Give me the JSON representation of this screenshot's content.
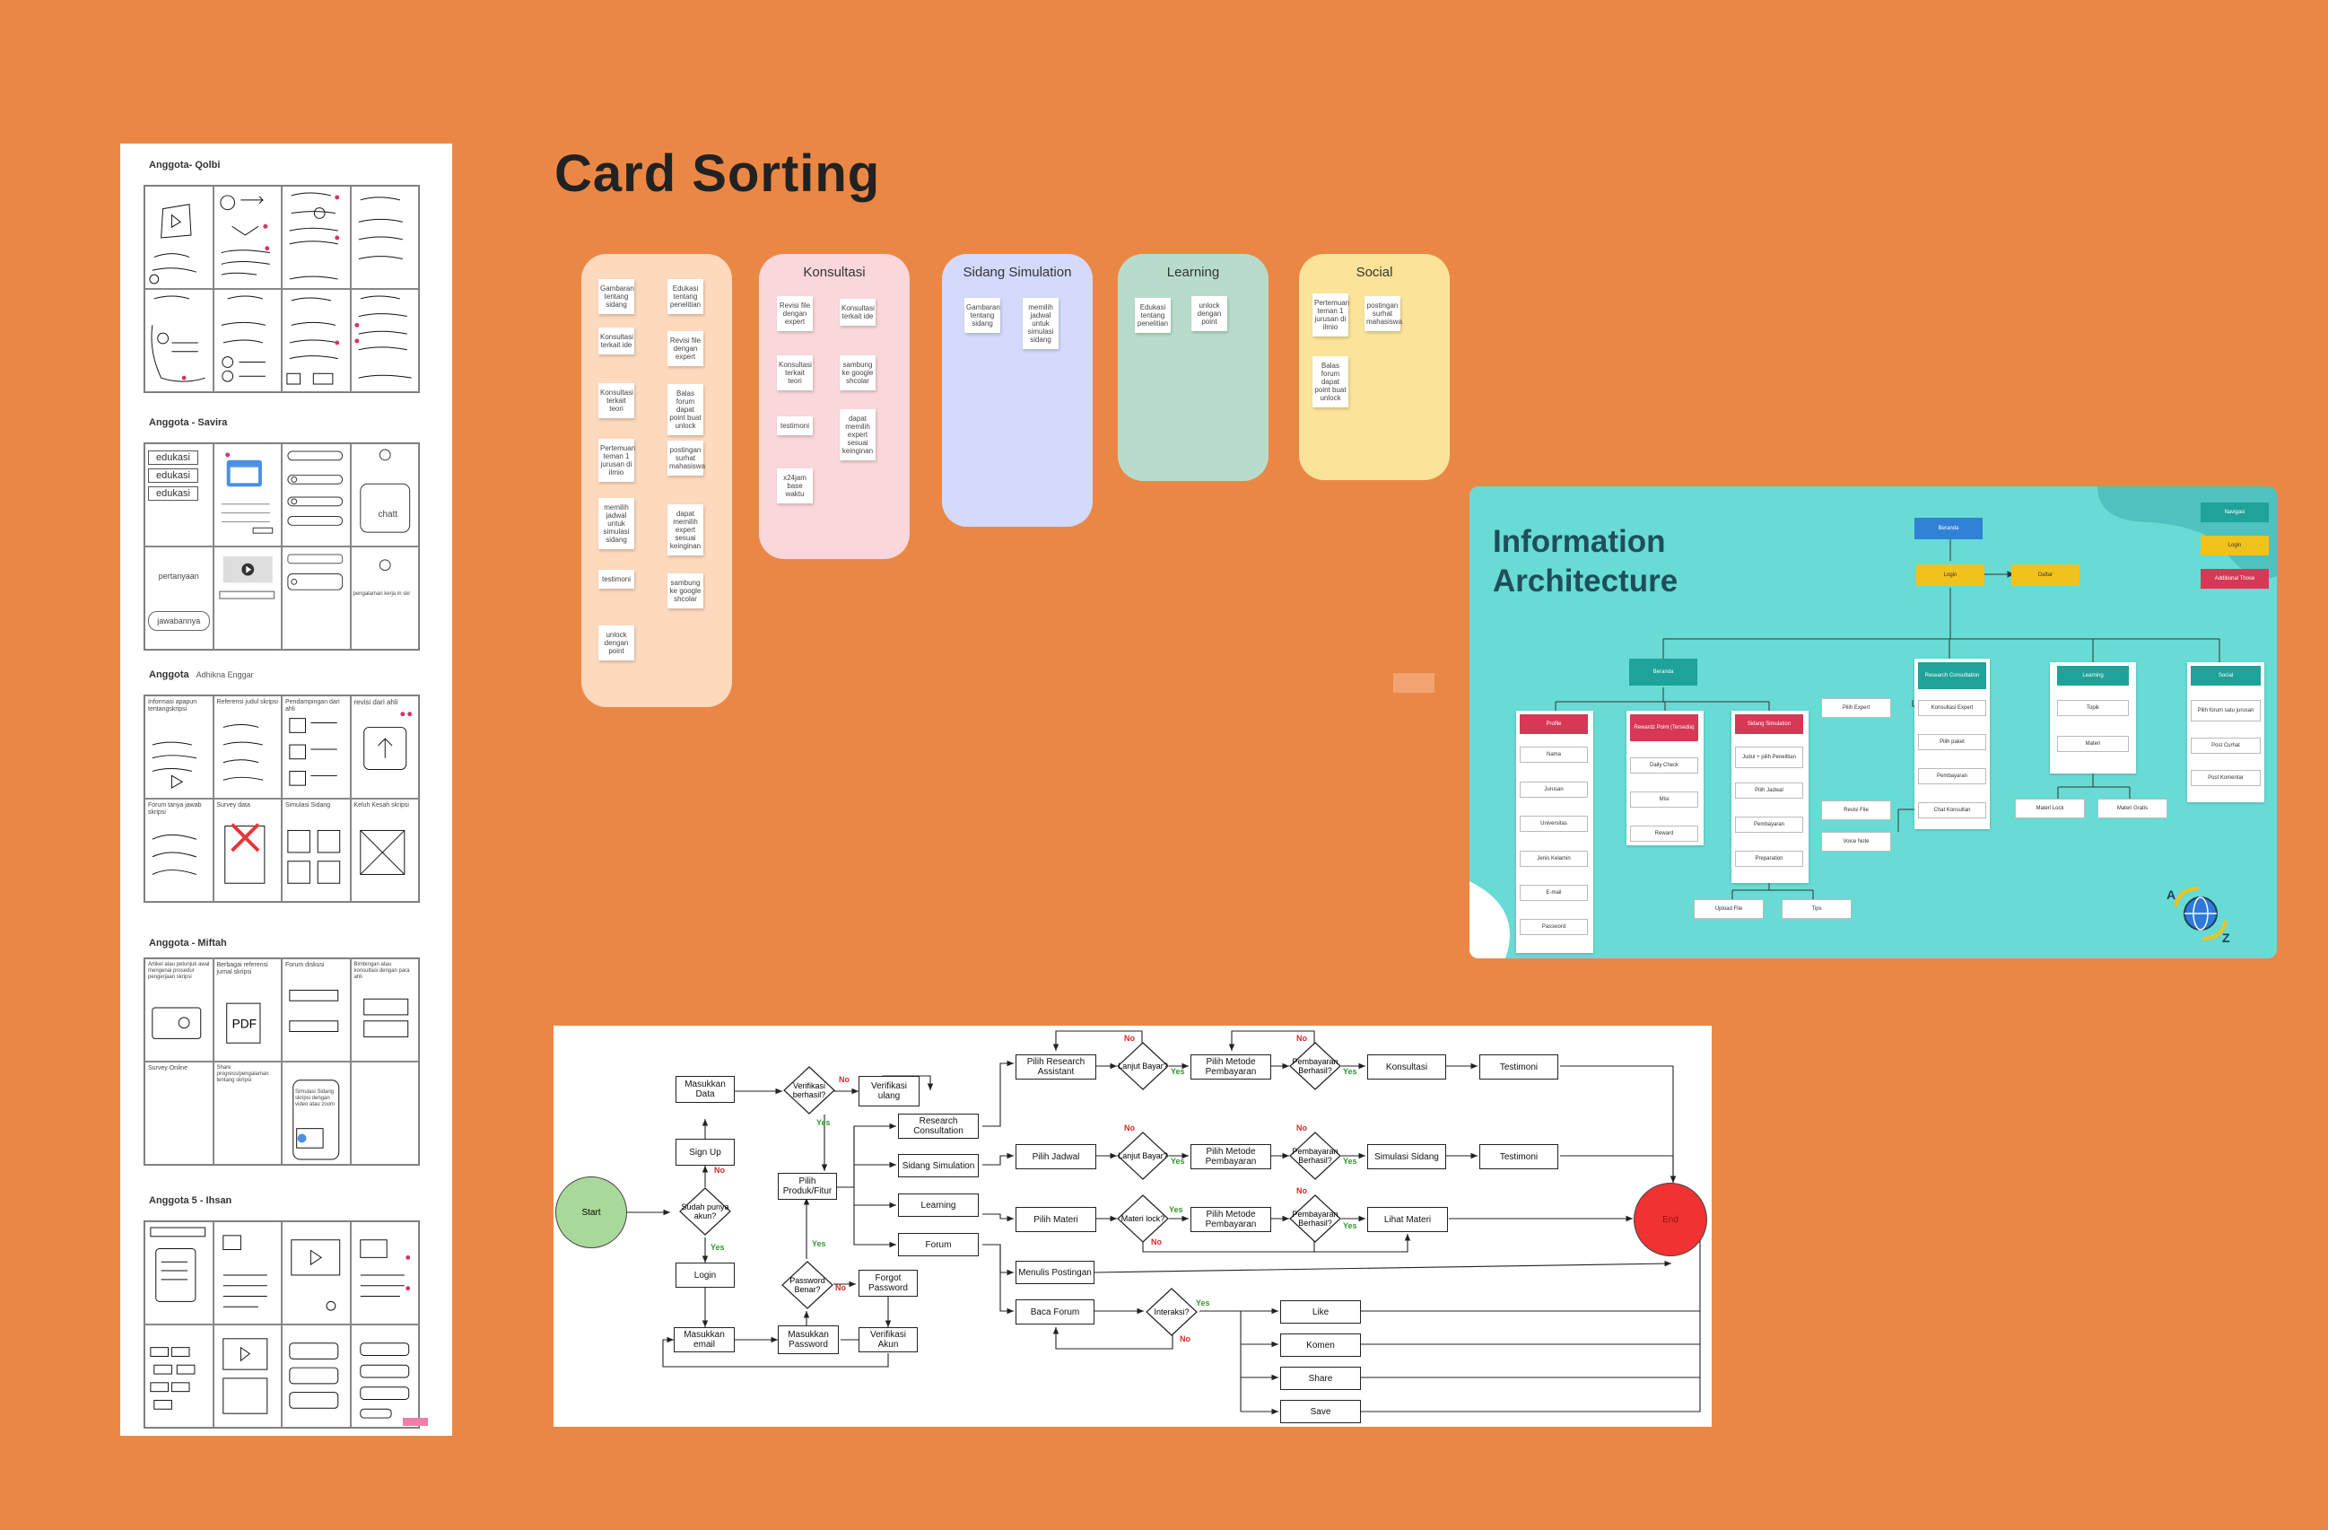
{
  "card_sorting": {
    "title": "Card Sorting",
    "uncategorized": [
      "Gambaran tentang sidang",
      "Edukasi tentang penelitian",
      "Konsultasi terkait ide",
      "Revisi file dengan expert",
      "Konsultasi terkait teori",
      "Balas forum dapat point buat unlock",
      "Pertemuan teman 1 jurusan di ilmio",
      "postingan surhat mahasiswa",
      "memilih jadwal untuk simulasi sidang",
      "dapat memilih expert sesuai keinginan",
      "testimoni",
      "sambung ke google shcolar",
      "unlock dengan point"
    ],
    "categories": [
      {
        "name": "Konsultasi",
        "cards": [
          "Revisi file dengan expert",
          "Konsultasi terkait ide",
          "Konsultasi terkait teori",
          "sambung ke google shcolar",
          "testimoni",
          "dapat memilih expert sesuai keinginan",
          "x24jam base waktu"
        ]
      },
      {
        "name": "Sidang Simulation",
        "cards": [
          "Gambaran tentang sidang",
          "memilih jadwal untuk simulasi sidang"
        ]
      },
      {
        "name": "Learning",
        "cards": [
          "Edukasi tentang penelitian",
          "unlock dengan point"
        ]
      },
      {
        "name": "Social",
        "cards": [
          "Pertemuan teman 1 jurusan di ilmio",
          "postingan surhat mahasiswa",
          "Balas forum dapat point buat unlock"
        ]
      }
    ]
  },
  "sketches": {
    "members": [
      {
        "title": "Anggota- Qolbi",
        "sub": ""
      },
      {
        "title": "Anggota - Savira",
        "sub": ""
      },
      {
        "title": "Anggota",
        "sub": "Adhikna Enggar"
      },
      {
        "title": "Anggota - Miftah",
        "sub": ""
      },
      {
        "title": "Anggota 5 - Ihsan",
        "sub": ""
      }
    ],
    "savira": {
      "edu": "edukasi",
      "chatt": "chatt",
      "pertanyaan": "pertanyaan",
      "jawaban": "jawabannya",
      "pengalaman": "pengalaman kerja in skr"
    },
    "adhikna": [
      "Informasi apapun tentangskripsi",
      "Referensi judul skripsi",
      "Pendampingan dari ahli",
      "revisi dari ahli",
      "Forum tanya jawab skripsi",
      "Survey data",
      "Simulasi Sidang",
      "Keluh Kesah skripsi"
    ],
    "miftah": [
      "Artikel atau petunjuk awal mengenai prosedur pengerjaan skripsi",
      "Berbagai referensi jurnal skripsi",
      "Forum diskusi",
      "Bimbingan atau konsultasi dengan para ahli",
      "Survey Online",
      "Share progress/pengalaman tentang skripsi",
      "Simulasi Sidang skripsi dengan video atau zoom",
      ""
    ]
  },
  "ia": {
    "title_line1": "Information",
    "title_line2": "Architecture",
    "legend": [
      "Navigasi",
      "Login",
      "Additional Those"
    ],
    "root": "Beranda",
    "login": "Login",
    "daftar": "Daftar",
    "profile_group": "Beranda",
    "profile": {
      "name": "Profile",
      "items": [
        "Nama",
        "Jurusan",
        "Universitas",
        "Jenis Kelamin",
        "E-mail",
        "Password"
      ]
    },
    "reward": {
      "name": "Rewardz Point (Tersedia)",
      "items": [
        "Daily Check",
        "Misi",
        "Reward"
      ]
    },
    "sidang": {
      "name": "Sidang Simulation",
      "items": [
        "Judul + pilih Penelitian",
        "Pilih Jadwal",
        "Pembayaran",
        "Preparation"
      ]
    },
    "sidang_sub": [
      "Upload File",
      "Tips"
    ],
    "research": {
      "name": "Research Consultation",
      "items": [
        "Konsultasi Expert",
        "Pilih paket",
        "Pembayaran",
        "Chat Konsultan"
      ]
    },
    "research_side": [
      "Pilih Expert",
      "Revisi File",
      "Voice Note"
    ],
    "learning": {
      "name": "Learning",
      "items": [
        "Topik",
        "Materi"
      ]
    },
    "learning_sub": [
      "Materi Lock",
      "Materi Gratis"
    ],
    "social": {
      "name": "Social",
      "items": [
        "Pilih forum satu jurusan",
        "Post Curhat",
        "Post Komentar"
      ]
    }
  },
  "flow": {
    "start": "Start",
    "end": "End",
    "sign_up": "Sign Up",
    "masukkan_data": "Masukkan Data",
    "verifikasi_berhasil": "Verifikasi berhasil?",
    "verifikasi_ulang": "Verifikasi ulang",
    "sudah_punya_akun": "Sudah punya akun?",
    "login": "Login",
    "masukkan_email": "Masukkan email",
    "masukkan_password": "Masukkan Password",
    "password_benar": "Password Benar?",
    "forgot_password": "Forgot Password",
    "verifikasi_akun": "Verifikasi Akun",
    "pilih_produk": "Pilih Produk/Fitur",
    "research_consultation": "Research Consultation",
    "sidang_simulation": "Sidang Simulation",
    "learning": "Learning",
    "forum": "Forum",
    "pilih_research_assistant": "Pilih Research Assistant",
    "lanjut_bayar": "Lanjut Bayar?",
    "pilih_metode_pembayaran": "Pilih Metode Pembayaran",
    "pembayaran_berhasil": "Pembayaran Berhasil?",
    "konsultasi": "Konsultasi",
    "testimoni": "Testimoni",
    "pilih_jadwal": "Pilih Jadwal",
    "simulasi_sidang": "Simulasi Sidang",
    "pilih_materi": "Pilih Materi",
    "materi_lock": "Materi lock?",
    "lihat_materi": "Lihat Materi",
    "menulis_postingan": "Menulis Postingan",
    "baca_forum": "Baca Forum",
    "interaksi": "Interaksi?",
    "like": "Like",
    "komen": "Komen",
    "share": "Share",
    "save": "Save",
    "yes": "Yes",
    "no": "No"
  },
  "colors": {
    "background": "#EB8745",
    "cat_unsorted": "#FDD9BD",
    "cat_konsultasi": "#F9D7DB",
    "cat_sidang": "#D3DAFB",
    "cat_learning": "#B8DCCB",
    "cat_social": "#FBE49A",
    "ia_bg": "#67DBD4",
    "end_circle": "#F03232",
    "start_circle": "#A8D99A"
  }
}
